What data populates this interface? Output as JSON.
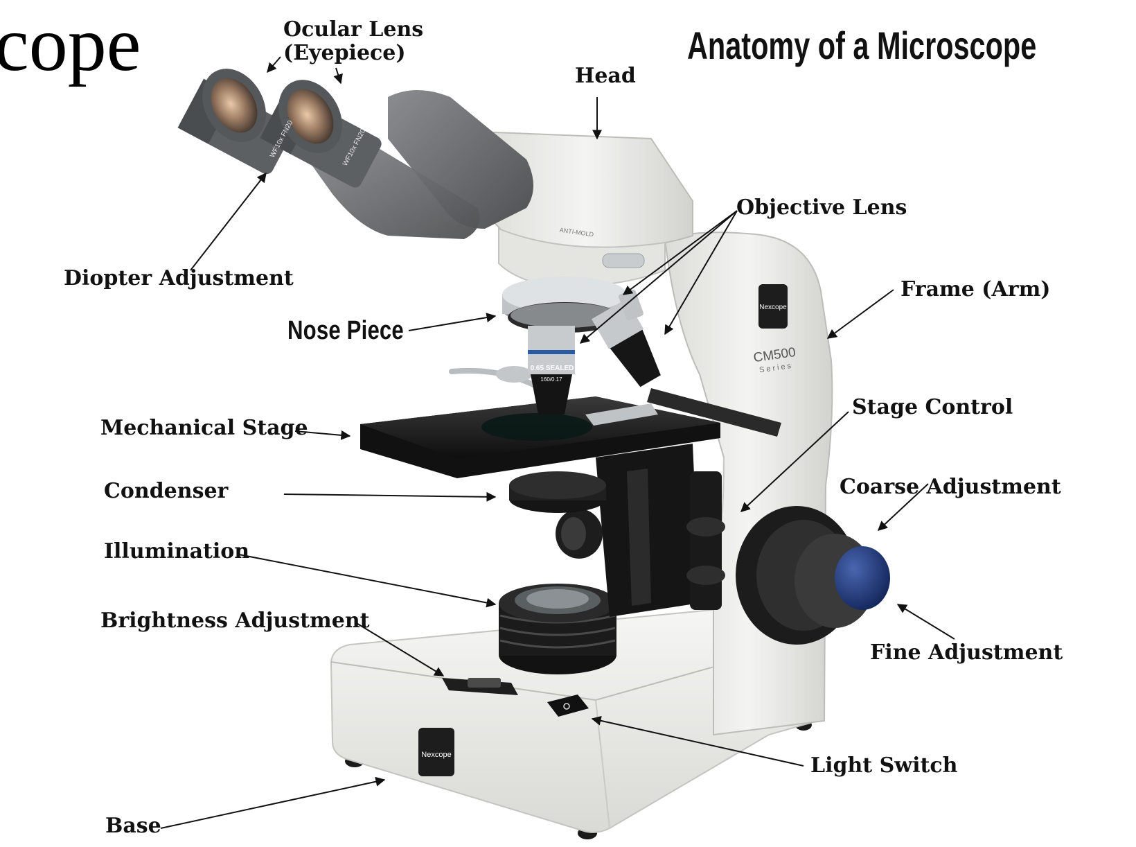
{
  "slide_title_fragment": "cope",
  "title": "Anatomy of a Microscope",
  "labels": {
    "ocular_lens_line1": "Ocular Lens",
    "ocular_lens_line2": "(Eyepiece)",
    "head": "Head",
    "objective_lens": "Objective Lens",
    "diopter_adjustment": "Diopter Adjustment",
    "frame_arm": "Frame (Arm)",
    "nose_piece": "Nose Piece",
    "stage_control": "Stage Control",
    "mechanical_stage": "Mechanical Stage",
    "condenser": "Condenser",
    "coarse_adjustment": "Coarse Adjustment",
    "illumination": "Illumination",
    "brightness_adjustment": "Brightness Adjustment",
    "fine_adjustment": "Fine Adjustment",
    "light_switch": "Light Switch",
    "base": "Base"
  },
  "product_markings": {
    "brand": "Nexcope",
    "model": "CM500",
    "series": "Series",
    "head_mark": "ANTI-MOLD",
    "eyepiece_mark": "WF10x FN20",
    "objective_mark_1": "0.65 SEALED",
    "objective_mark_2": "160/0.17"
  },
  "colors": {
    "body": "#ececea",
    "body_shade": "#cfcfcc",
    "dark": "#1c1c1c",
    "grey_head": "#6c6e70",
    "fine_knob": "#223a78"
  }
}
